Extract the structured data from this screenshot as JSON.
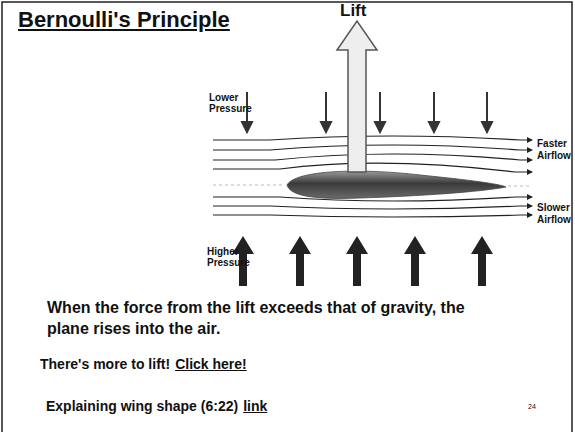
{
  "diagram": {
    "title": "Bernoulli's Principle",
    "labels": [
      "Lift",
      "Lower Pressure",
      "Faster Airflow",
      "Slower Airflow",
      "Higher Pressure",
      "When the force from the lift exceeds that of gravity, the plane rises into the air.",
      "There's more to lift!",
      "Click here!",
      "Explaining wing shape (6:22)",
      "link",
      "24"
    ]
  }
}
